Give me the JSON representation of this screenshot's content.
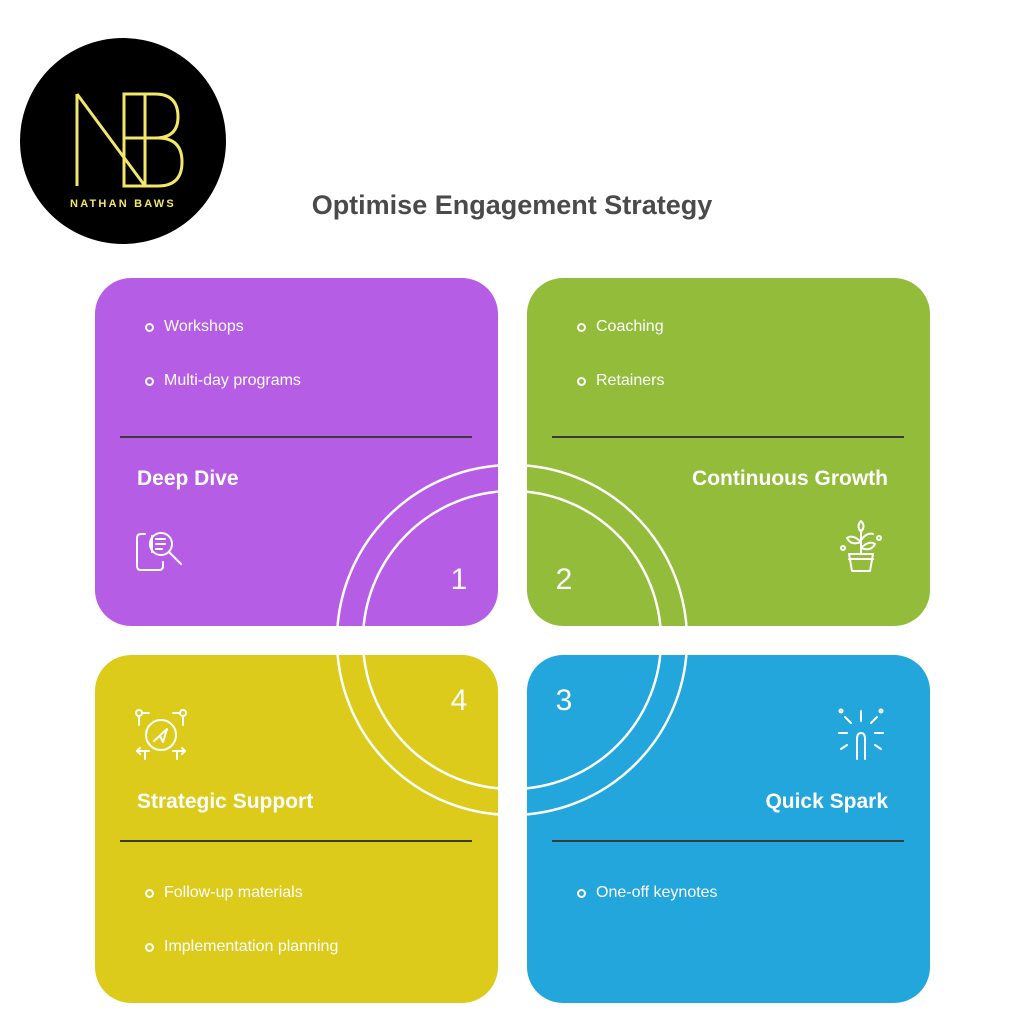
{
  "logo": {
    "initials": "NB",
    "caption": "NATHAN BAWS"
  },
  "title": "Optimise Engagement Strategy",
  "quadrants": [
    {
      "number": "1",
      "heading": "Deep Dive",
      "color": "#b65de6",
      "icon": "magnifier-document-icon",
      "items": [
        "Workshops",
        "Multi-day programs"
      ]
    },
    {
      "number": "2",
      "heading": "Continuous Growth",
      "color": "#92bc3a",
      "icon": "potted-plant-icon",
      "items": [
        "Coaching",
        "Retainers"
      ]
    },
    {
      "number": "3",
      "heading": "Quick Spark",
      "color": "#22a6dc",
      "icon": "spark-icon",
      "items": [
        "One-off keynotes"
      ]
    },
    {
      "number": "4",
      "heading": "Strategic Support",
      "color": "#dccb1b",
      "icon": "compass-arrows-icon",
      "items": [
        "Follow-up materials",
        "Implementation planning"
      ]
    }
  ]
}
